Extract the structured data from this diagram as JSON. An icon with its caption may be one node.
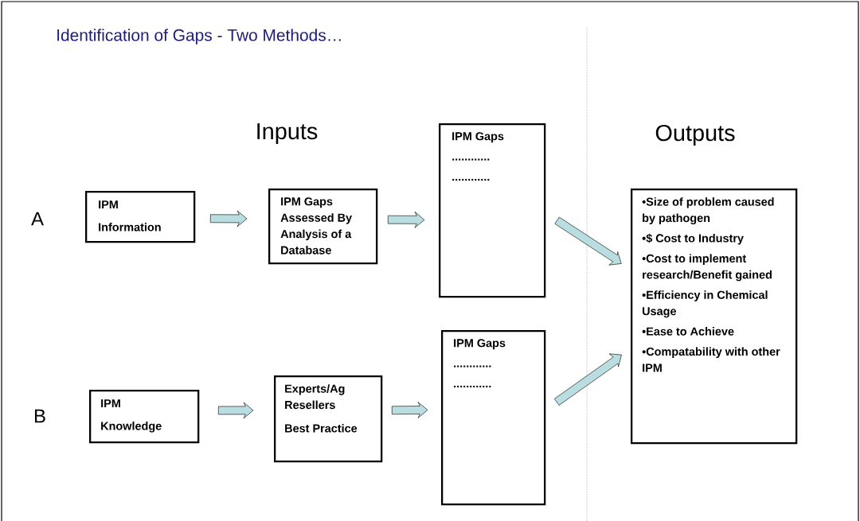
{
  "diagram": {
    "title": "Identification of Gaps - Two Methods…",
    "nodes": [
      {
        "text": [
          "IPM",
          "Information"
        ]
      },
      {
        "text": [
          "IPM Gaps Assessed By Analysis of a Database"
        ]
      },
      {
        "text": [
          "IPM Gaps",
          "............",
          "............"
        ]
      },
      {
        "text": [
          "IPM",
          "Knowledge"
        ]
      },
      {
        "text": [
          "Experts/Ag Resellers",
          "Best Practice"
        ]
      },
      {
        "text": [
          "IPM Gaps",
          "............",
          "............"
        ]
      },
      {
        "text": [
          "•Size of problem caused by pathogen",
          "•$ Cost to Industry",
          "•Cost to implement research/Benefit gained",
          "•Efficiency in Chemical Usage",
          "•Ease to Achieve",
          "•Compatability with other IPM"
        ]
      }
    ],
    "edges": [
      {
        "from": 0,
        "to": 1,
        "arrow": "to"
      },
      {
        "from": 1,
        "to": 2,
        "arrow": "to"
      },
      {
        "from": 3,
        "to": 4,
        "arrow": "to"
      },
      {
        "from": 4,
        "to": 5,
        "arrow": "to"
      },
      {
        "from": 2,
        "to": 6,
        "arrow": "to"
      },
      {
        "from": 5,
        "to": 6,
        "arrow": "to"
      }
    ],
    "labels": [
      "Inputs",
      "Outputs",
      "A",
      "B"
    ]
  }
}
